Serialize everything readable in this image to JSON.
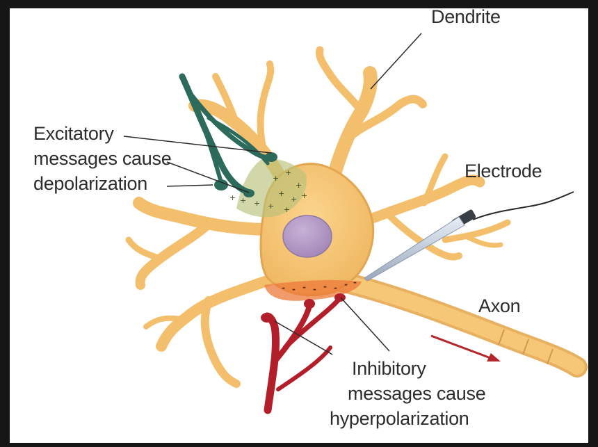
{
  "labels": {
    "dendrite": "Dendrite",
    "electrode": "Electrode",
    "axon": "Axon",
    "excitatory": [
      "Excitatory",
      "messages cause",
      "depolarization"
    ],
    "inhibitory": [
      "Inhibitory",
      "messages cause",
      "hyperpolarization"
    ]
  },
  "colors": {
    "neuron_fill": "#f6c472",
    "neuron_outline": "#e0a24e",
    "nucleus": "#b49ac4",
    "excitatory_axon": "#2c6a5b",
    "inhibitory_axon": "#b21f2a",
    "axon_arrow": "#b3262a",
    "electrode": "#b8c4d4",
    "leader_line": "#2a2a2a"
  },
  "membrane_signs": {
    "excitatory_region": "+",
    "inhibitory_region": "-"
  }
}
